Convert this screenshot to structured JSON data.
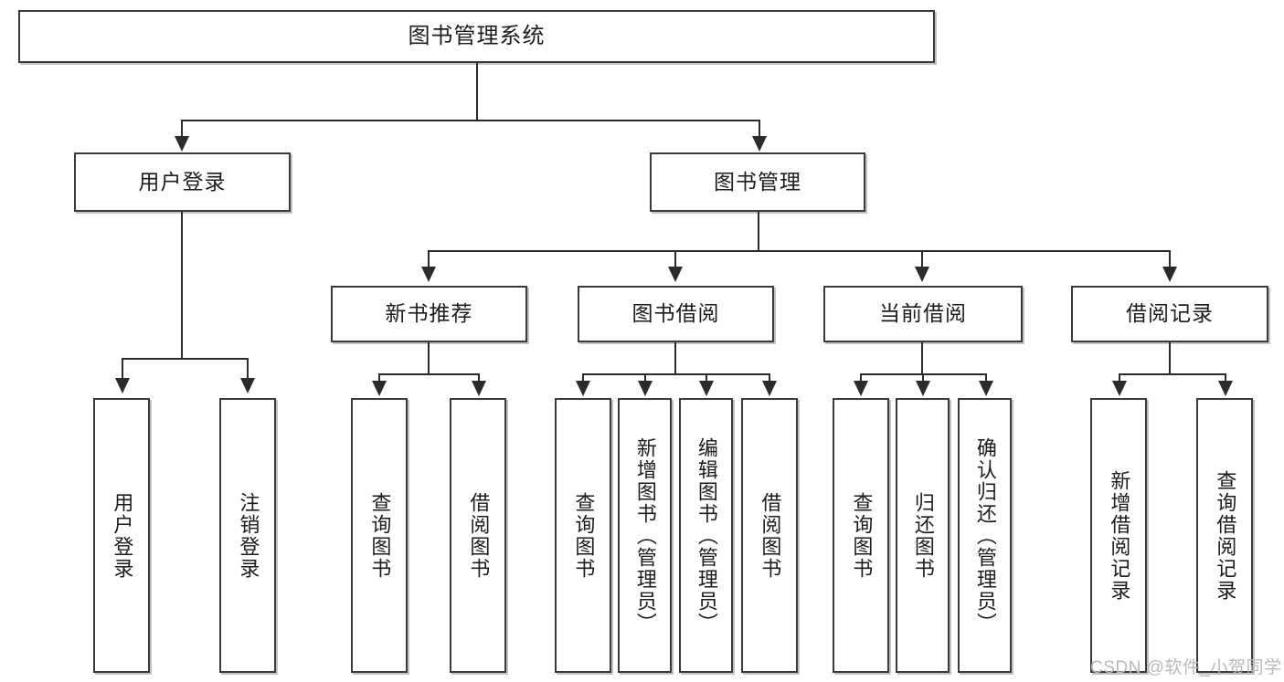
{
  "diagram": {
    "title": "图书管理系统",
    "type": "tree-hierarchy-chart",
    "root": {
      "label": "图书管理系统"
    },
    "level2": [
      {
        "label": "用户登录"
      },
      {
        "label": "图书管理"
      }
    ],
    "level3": [
      {
        "label": "新书推荐"
      },
      {
        "label": "图书借阅"
      },
      {
        "label": "当前借阅"
      },
      {
        "label": "借阅记录"
      }
    ],
    "leaves": {
      "user_login": [
        {
          "label": "用户登录"
        },
        {
          "label": "注销登录"
        }
      ],
      "new_book_recommend": [
        {
          "label": "查询图书"
        },
        {
          "label": "借阅图书"
        }
      ],
      "book_borrow": [
        {
          "label": "查询图书"
        },
        {
          "label": "新增图书（管理员）"
        },
        {
          "label": "编辑图书（管理员）"
        },
        {
          "label": "借阅图书"
        }
      ],
      "current_borrow": [
        {
          "label": "查询图书"
        },
        {
          "label": "归还图书"
        },
        {
          "label": "确认归还（管理员）"
        }
      ],
      "borrow_record": [
        {
          "label": "新增借阅记录"
        },
        {
          "label": "查询借阅记录"
        }
      ]
    }
  },
  "watermark": {
    "text": "CSDN @软件_小贺同学"
  },
  "colors": {
    "border": "#3a3a3a",
    "connector": "#2b2b2b",
    "text": "#1c1c1c",
    "background": "#ffffff",
    "watermark": "#b9b9b9"
  }
}
